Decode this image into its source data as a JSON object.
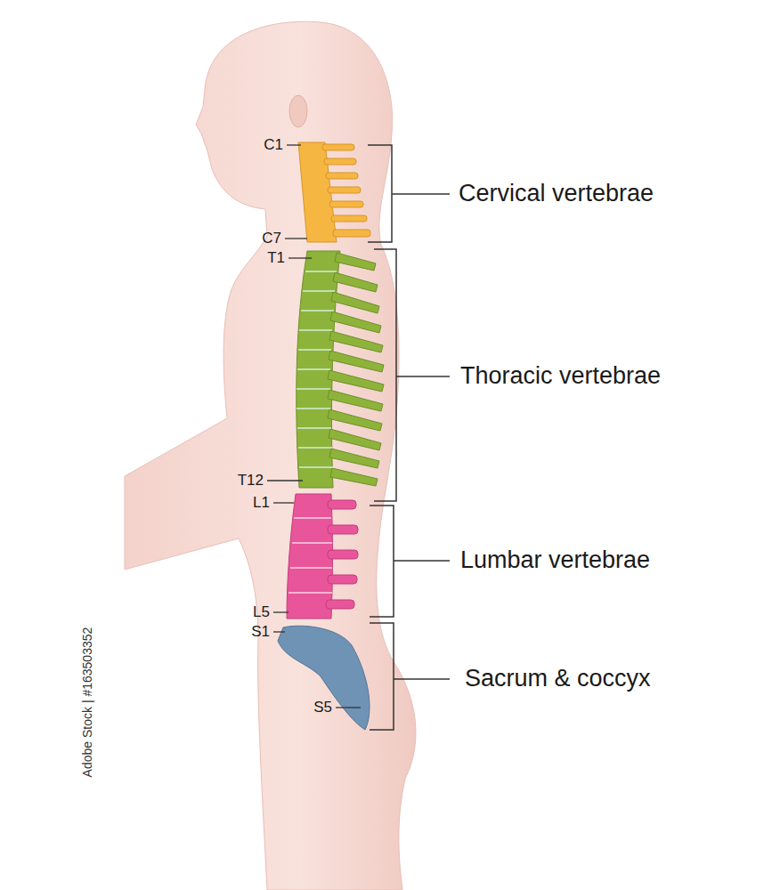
{
  "diagram": {
    "labels": [
      "C1",
      "C7",
      "T1",
      "T12",
      "L1",
      "L5",
      "S1",
      "S5",
      "Cervical vertebrae",
      "Thoracic vertebrae",
      "Lumbar vertebrae",
      "Sacrum & coccyx",
      "Adobe Stock | #163503352"
    ]
  }
}
